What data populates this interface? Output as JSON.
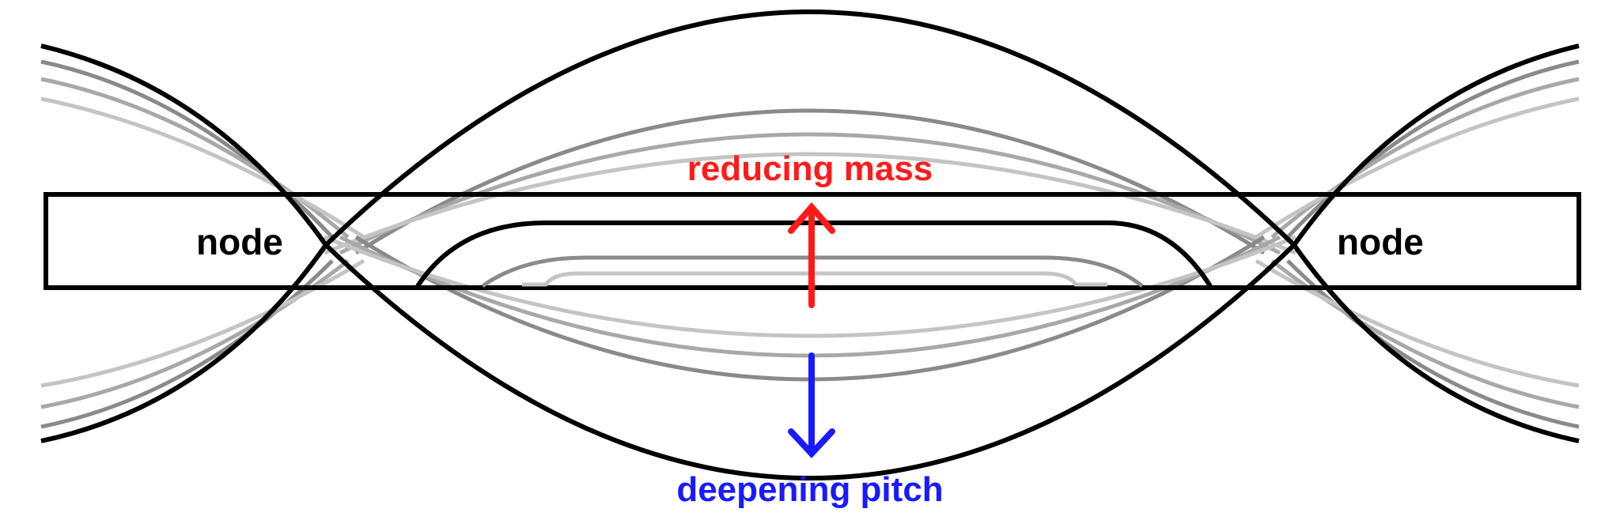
{
  "labels": {
    "node_left": "node",
    "node_right": "node",
    "top_arrow": "reducing mass",
    "bottom_arrow": "deepening pitch"
  },
  "colors": {
    "outline": "#000000",
    "wave_primary": "#000000",
    "wave_faded": [
      "#8a8a8a",
      "#a8a8a8",
      "#c4c4c4"
    ],
    "reduce_arrow": "#ff1a1a",
    "pitch_arrow": "#1a1aff"
  },
  "icons": {
    "up_arrow": "arrow-up-icon",
    "down_arrow": "arrow-down-icon"
  }
}
